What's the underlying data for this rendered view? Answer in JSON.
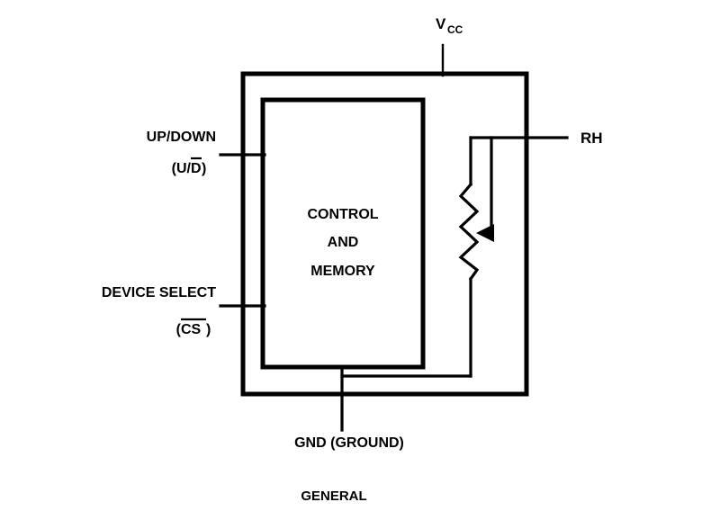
{
  "diagram": {
    "caption": "GENERAL",
    "block": {
      "line1": "CONTROL",
      "line2": "AND",
      "line3": "MEMORY"
    },
    "pins": {
      "vcc": {
        "label_main": "V",
        "label_sub": "CC"
      },
      "updown": {
        "label_main": "UP/DOWN",
        "label_paren_open": "(U/",
        "label_overbarred": "D",
        "label_paren_close": ")"
      },
      "device_select": {
        "label_main": "DEVICE SELECT",
        "label_paren_open": "(",
        "label_overbarred": "CS",
        "label_paren_close": ")"
      },
      "rh": {
        "label": "RH"
      },
      "gnd": {
        "label": "GND (GROUND)"
      }
    },
    "colors": {
      "ink": "#000000",
      "background": "#ffffff"
    }
  }
}
